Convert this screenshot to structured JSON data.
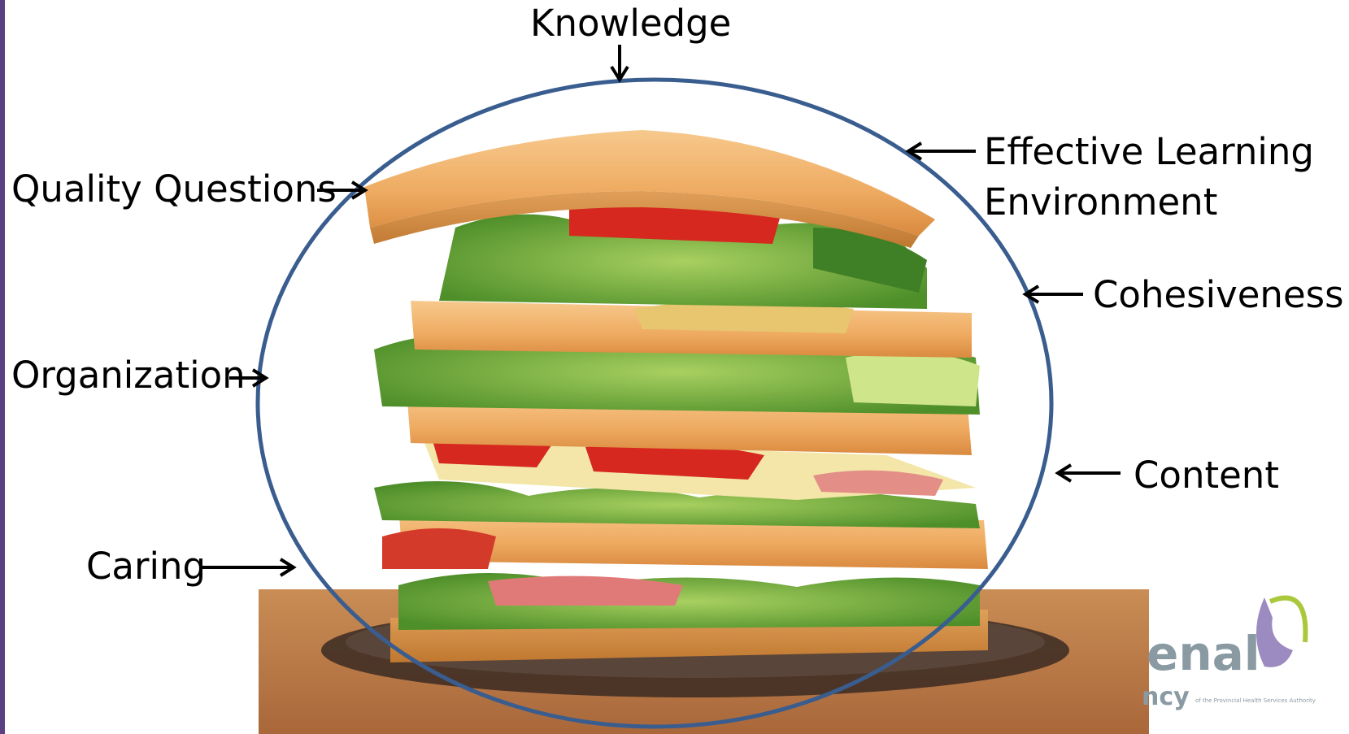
{
  "diagram": {
    "labels": {
      "knowledge": "Knowledge",
      "effective_learning_line1": "Effective Learning",
      "effective_learning_line2": "Environment",
      "quality_questions": "Quality Questions",
      "cohesiveness": "Cohesiveness",
      "organization": "Organization",
      "content": "Content",
      "caring": "Caring"
    },
    "image": "layered-sandwich",
    "logo": {
      "main_text": "enal",
      "sub_text": "ncy",
      "tagline": "of the Provincial Health Services Authority"
    },
    "colors": {
      "ellipse_stroke": "#3a5d8f",
      "accent_bar": "#5a3f82",
      "arrow": "#000000"
    }
  }
}
